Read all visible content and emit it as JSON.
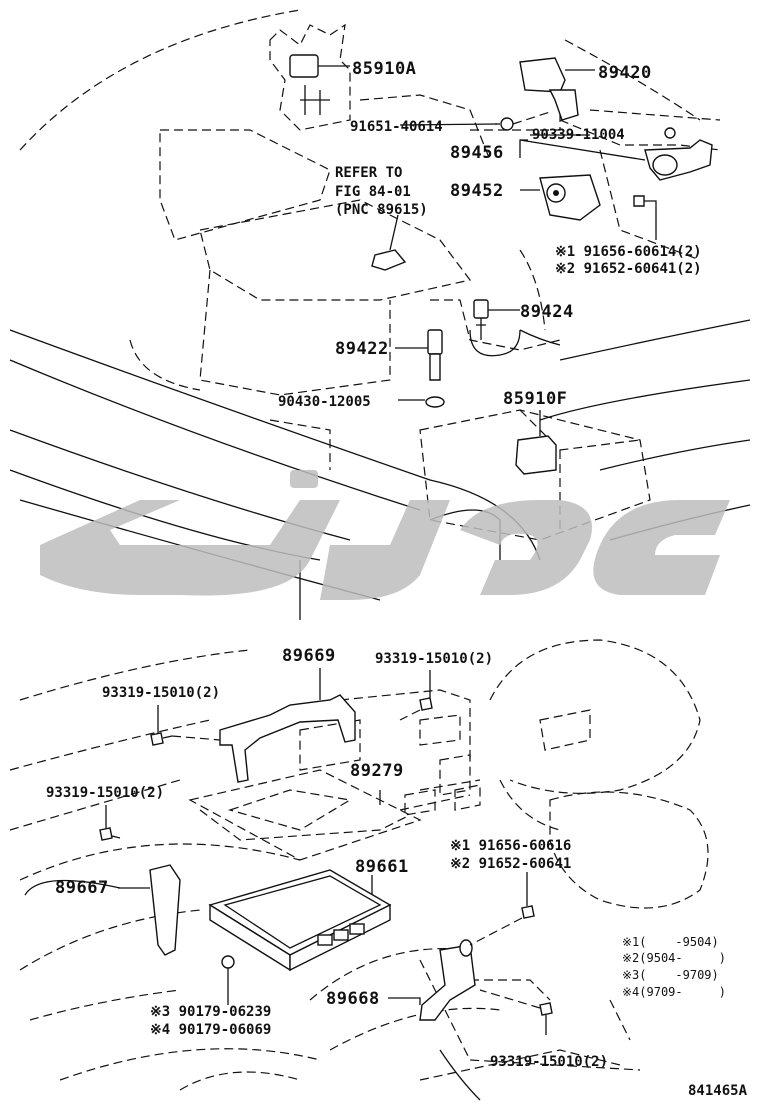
{
  "labels": {
    "p85910A": "85910A",
    "p89420": "89420",
    "p91651_40614": "91651-40614",
    "p90339_11004": "90339-11004",
    "p89456": "89456",
    "refer_line1": "REFER TO",
    "refer_line2": "FIG 84-01",
    "refer_line3": "(PNC 89615)",
    "p89452": "89452",
    "ref_91656_60614": "※1 91656-60614(2)",
    "ref_91652_60641_2": "※2 91652-60641(2)",
    "p89424": "89424",
    "p89422": "89422",
    "p90430_12005": "90430-12005",
    "p85910F": "85910F",
    "p89669": "89669",
    "p93319_top_right": "93319-15010(2)",
    "p93319_top_left": "93319-15010(2)",
    "p89279": "89279",
    "p93319_mid_left": "93319-15010(2)",
    "ref_91656_60616": "※1 91656-60616",
    "ref_91652_60641": "※2 91652-60641",
    "p89667": "89667",
    "p89661": "89661",
    "p89668": "89668",
    "ref_90179_06239": "※3 90179-06239",
    "ref_90179_06069": "※4 90179-06069",
    "p93319_bottom": "93319-15010(2)",
    "footnote1": "※1(    -9504)",
    "footnote2": "※2(9504-     )",
    "footnote3": "※3(    -9709)",
    "footnote4": "※4(9709-     )",
    "figure_code": "841465A"
  },
  "watermark_icon": "brand-logo-watermark"
}
